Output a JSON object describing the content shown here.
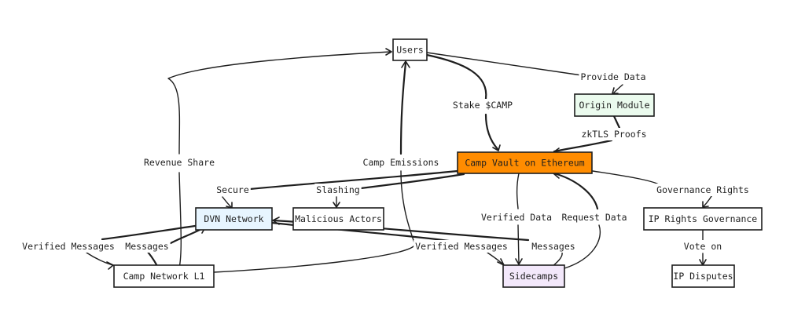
{
  "colors": {
    "stroke": "#1e1e1e",
    "default_fill": "#ffffff",
    "origin_module_fill": "#ebfbee",
    "camp_vault_fill": "#ff8c00",
    "dvn_network_fill": "#e7f5ff",
    "sidecamps_fill": "#f3e8fb"
  },
  "nodes": {
    "users": "Users",
    "origin_module": "Origin Module",
    "camp_vault": "Camp Vault on Ethereum",
    "dvn_network": "DVN Network",
    "malicious_actors": "Malicious Actors",
    "ip_rights_governance": "IP Rights Governance",
    "camp_network_l1": "Camp Network L1",
    "sidecamps": "Sidecamps",
    "ip_disputes": "IP Disputes"
  },
  "edges": {
    "provide_data": "Provide Data",
    "stake_camp": "Stake $CAMP",
    "zktls_proofs": "zkTLS Proofs",
    "revenue_share": "Revenue Share",
    "camp_emissions": "Camp Emissions",
    "secure": "Secure",
    "slashing": "Slashing",
    "governance_rights": "Governance Rights",
    "verified_data": "Verified Data",
    "request_data": "Request Data",
    "verified_messages_left": "Verified Messages",
    "messages_left": "Messages",
    "verified_messages_right": "Verified Messages",
    "messages_right": "Messages",
    "vote_on": "Vote on"
  }
}
